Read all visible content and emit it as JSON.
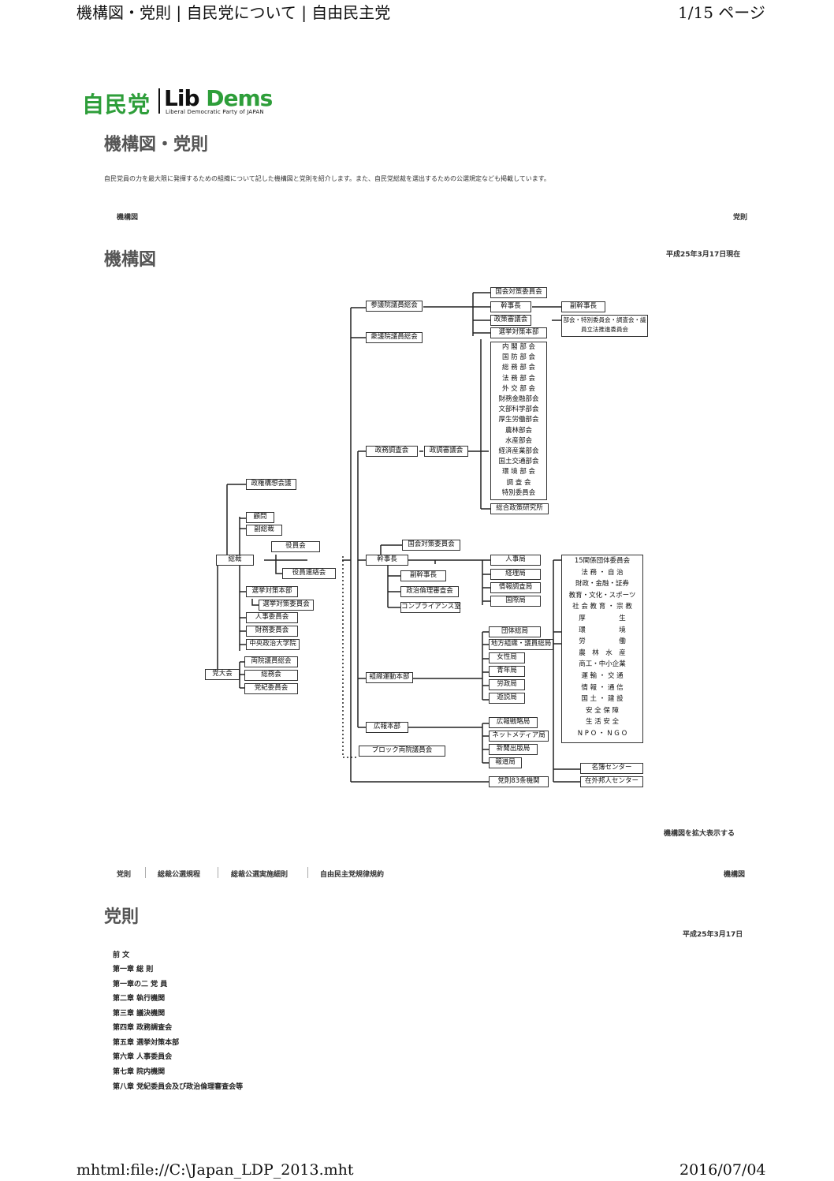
{
  "browser_header": {
    "title": "機構図・党則 | 自民党について | 自由民主党",
    "page": "1/15 ページ"
  },
  "browser_footer": {
    "path": "mhtml:file://C:\\Japan_LDP_2013.mht",
    "date": "2016/07/04"
  },
  "logo": {
    "jp": "自民党",
    "en_a": "Lib",
    "en_b": "Dems",
    "sub": "Liberal Democratic Party of JAPAN",
    "color": "#2e9e3a"
  },
  "page_title": "機構図・党則",
  "intro": "自民党員の力を最大限に発揮するための組織について記した機構図と党則を紹介します。また、自民党総裁を選出するための公選規定なども掲載しています。",
  "top_tabs": {
    "left": "機構図",
    "right": "党則"
  },
  "org_section": {
    "title": "機構図",
    "date": "平成25年3月17日現在",
    "enlarge_link": "機構図を拡大表示する"
  },
  "org": {
    "sanin": "参議院議員総会",
    "shugiin": "衆議院議員総会",
    "kokutai1": "国会対策委員会",
    "kanjicho1": "幹事長",
    "fukukanji1": "副幹事長",
    "seishin1": "政策審議会",
    "bukai_note": "部会・特別委員会・調査会・議員立法推進委員会",
    "senkyo1": "選挙対策本部",
    "bukai_list": [
      "内 閣 部 会",
      "国 防 部 会",
      "総 務 部 会",
      "法 務 部 会",
      "外 交 部 会",
      "財務金融部会",
      "文部科学部会",
      "厚生労働部会",
      "農林部会",
      "水産部会",
      "経済産業部会",
      "国土交通部会",
      "環 境 部 会",
      "調 査 会",
      "特別委員会"
    ],
    "somu_kenkyu": "総合政策研究所",
    "seimu": "政務調査会",
    "seicho_shingi": "政調審議会",
    "seiken_kousou": "政権構想会議",
    "komon": "顧問",
    "fukusousai": "副総裁",
    "sousai": "総裁",
    "yakuinkai": "役員会",
    "yakuin_renraku": "役員連絡会",
    "senkyo2": "選挙対策本部",
    "senkyo_iin": "選挙対策委員会",
    "jinji_iin": "人事委員会",
    "zaimu_iin": "財務委員会",
    "chuo_gakuin": "中央政治大学院",
    "ryoin": "両院議員総会",
    "somukai": "総務会",
    "toki_iin": "党紀委員会",
    "taikai": "党大会",
    "kokutai2": "国会対策委員会",
    "kanjicho2": "幹事長",
    "fukukanji2": "副幹事長",
    "seiji_rinri": "政治倫理審査会",
    "compliance": "コンプライアンス室",
    "jinjikyoku": "人事局",
    "keirikyoku": "経理局",
    "joho": "情報調査局",
    "kokusai": "国際局",
    "dantai": "団体総局",
    "chiho": "地方組織・議員総局",
    "josei": "女性局",
    "seinen": "青年局",
    "roseikyoku": "労政局",
    "yuzei": "遊説局",
    "soshiki": "組織運動本部",
    "koho": "広報本部",
    "koho_senryaku": "広報戦略局",
    "net_media": "ネットメディア局",
    "shinbun": "新聞出版局",
    "hodo": "報道局",
    "block": "ブロック両院議員会",
    "jousoku": "党則83条機関",
    "dantai_list": [
      "15関係団体委員会",
      "法 務 ・ 自 治",
      "財政・金融・証券",
      "教育・文化・スポーツ",
      "社 会 教 育 ・ 宗 教",
      "厚　　　　　生",
      "環　　　　　境",
      "労　　　　　働",
      "農　林　水　産",
      "商工・中小企業",
      "運 輸 ・ 交 通",
      "情 報 ・ 通 信",
      "国 土 ・ 建 設",
      "安 全 保 障",
      "生 活 安 全",
      "N P O ・ N G O"
    ],
    "meibo": "名簿センター",
    "zaigai": "在外邦人センター"
  },
  "bottom_tabs": [
    "党則",
    "総裁公選規程",
    "総裁公選実施細則",
    "自由民主党規律規約"
  ],
  "bottom_tab_right": "機構図",
  "rules_section": {
    "title": "党則",
    "date": "平成25年3月17日"
  },
  "toc": [
    "前 文",
    "第一章 総 則",
    "第一章の二 党 員",
    "第二章 執行機関",
    "第三章 議決機関",
    "第四章 政務調査会",
    "第五章 選挙対策本部",
    "第六章 人事委員会",
    "第七章 院内機関",
    "第八章 党紀委員会及び政治倫理審査会等"
  ]
}
